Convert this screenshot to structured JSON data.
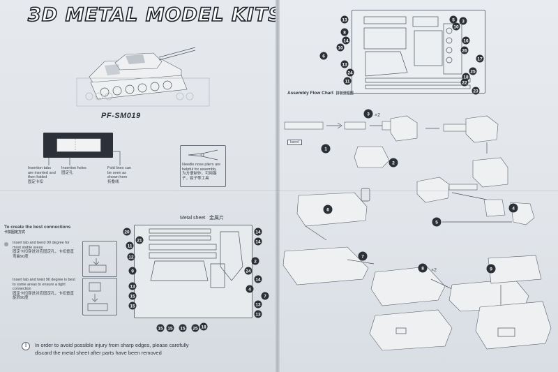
{
  "brand": {
    "title": "3D METAL MODEL KITS"
  },
  "model": {
    "code": "PF-SM019"
  },
  "legend": {
    "insertion_tabs": "Insertion tabs are inserted and then folded",
    "insertion_tabs_cn": "固定卡扣",
    "insertion_holes": "Insertion holes",
    "insertion_holes_cn": "固定孔",
    "fold_lines": "Fold lines can be seen as shown here",
    "fold_lines_cn": "折叠线",
    "pliers": "Needle nose pliers are helpful for assembly",
    "pliers_cn": "为方便制作，可用镊子，钳子等工具"
  },
  "connections": {
    "title": "To create the best connections",
    "title_cn": "卡扣固定方式",
    "tip1": "Insert tab and bend 90 degree for most stable areas",
    "tip1_cn": "固定卡扣穿进对应固定孔，卡扣垂直弯曲90度",
    "tip2": "Insert tab and twist 90 degree is best to some areas to ensure a tight connection",
    "tip2_cn": "固定卡扣穿进对应固定孔，卡扣垂直旋转90度"
  },
  "metal_sheet": {
    "title": "Metal sheet",
    "title_cn": "金属片"
  },
  "warning": {
    "icon": "!",
    "line1": "In order to avoid possible injury from sharp edges, please carefully",
    "line2": "discard the metal sheet after parts have been removed"
  },
  "assembly": {
    "title": "Assembly Flow Chart",
    "title_cn": "拼装流程图",
    "barrel_label": "barrel",
    "multiplier_x2": "×2"
  },
  "top_sheet_numbers": {
    "left": [
      "13",
      "8",
      "14",
      "10",
      "6",
      "13",
      "24",
      "11"
    ],
    "right": [
      "5",
      "10",
      "3",
      "16",
      "26",
      "17",
      "25",
      "18",
      "22",
      "23"
    ]
  },
  "bottom_sheet_numbers": {
    "left": [
      "20",
      "21",
      "11",
      "12",
      "9",
      "13",
      "15",
      "15"
    ],
    "right": [
      "14",
      "14",
      "2",
      "24",
      "14",
      "4",
      "7",
      "13",
      "13"
    ],
    "bottom": [
      "15",
      "15",
      "15",
      "25",
      "18"
    ]
  },
  "steps": [
    "1",
    "2",
    "3",
    "4",
    "5",
    "6",
    "7",
    "8",
    "9"
  ],
  "colors": {
    "badge": "#2b2f36",
    "paper": "#e3e6ea",
    "line": "#4b525c"
  }
}
